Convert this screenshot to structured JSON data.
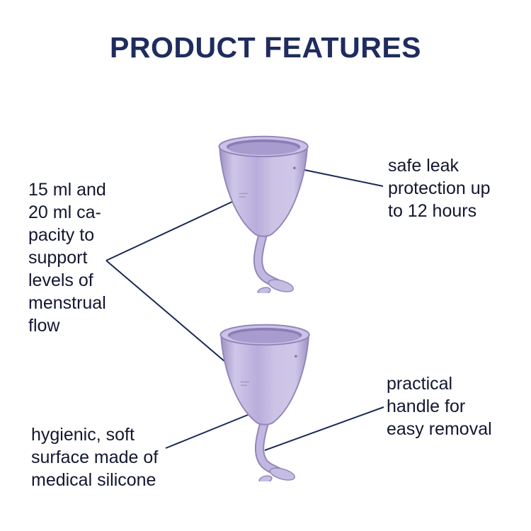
{
  "page": {
    "title": "PRODUCT FEATURES"
  },
  "annotations": {
    "capacity": {
      "text": "15 ml and\n20 ml ca-\npacity to\nsupport\nlevels of\nmenstrual\nflow"
    },
    "leak": {
      "text": "safe leak\nprotection up\nto 12 hours"
    },
    "handle": {
      "text": "practical\nhandle for\neasy removal"
    },
    "surface": {
      "text": "hygienic, soft\nsurface made of\nmedical silicone"
    }
  },
  "illustrations": {
    "upper_cup": "menstrual-cup-15ml",
    "lower_cup": "menstrual-cup-20ml"
  },
  "colors": {
    "color-title": "#1e2c5e",
    "color-text": "#13172f",
    "color-line": "#1a2a57",
    "color-cup-light": "#cfc7e8",
    "color-cup-mid": "#b9addb",
    "color-cup-edge": "#9184ba"
  }
}
